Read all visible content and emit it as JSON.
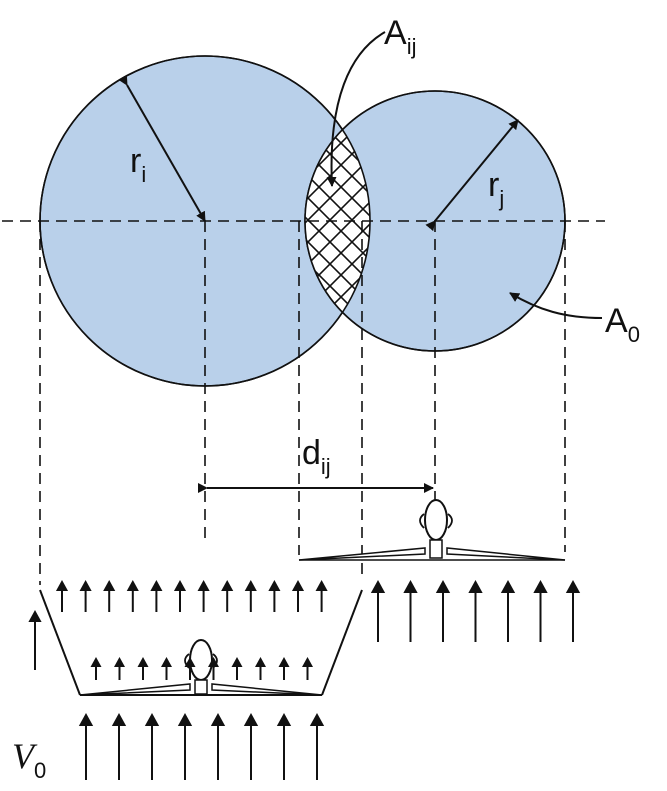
{
  "labels": {
    "A_ij": {
      "main": "A",
      "sub": "ij"
    },
    "r_i": {
      "main": "r",
      "sub": "i"
    },
    "r_j": {
      "main": "r",
      "sub": "j"
    },
    "A_0": {
      "main": "A",
      "sub": "0"
    },
    "d_ij": {
      "main": "d",
      "sub": "ij"
    },
    "V_0": {
      "main": "V",
      "sub": "0"
    }
  },
  "colors": {
    "circle_fill": "#b9d0ea",
    "stroke": "#111111"
  }
}
